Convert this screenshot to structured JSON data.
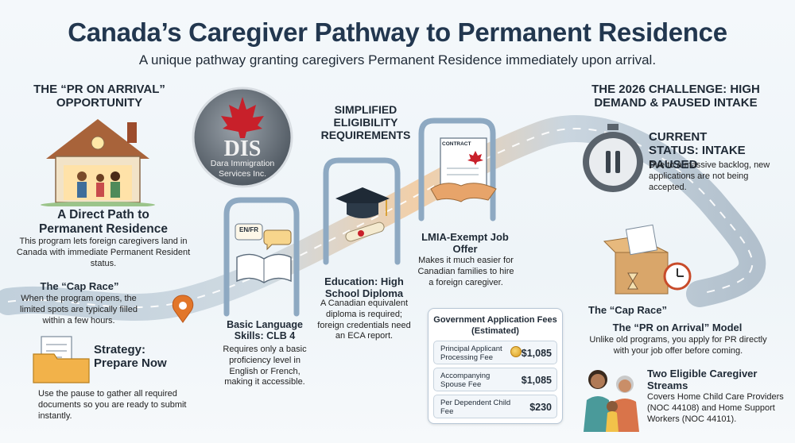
{
  "title": "Canada’s Caregiver Pathway to Permanent Residence",
  "subtitle": "A unique pathway granting caregivers Permanent Residence immediately upon arrival.",
  "left": {
    "section_title": "THE “PR ON ARRIVAL” OPPORTUNITY",
    "direct_path_title": "A Direct Path to Permanent Residence",
    "direct_path_body": "This program lets foreign caregivers land in Canada with immediate Permanent Resident status.",
    "cap_race_title": "The “Cap Race”",
    "cap_race_body": "When the program opens, the limited spots are typically filled within a few hours.",
    "strategy_title": "Strategy: Prepare Now",
    "strategy_body": "Use the pause to gather all required documents so you are ready to submit instantly."
  },
  "logo": {
    "letters": "DIS",
    "name": "Dara Immigration Services Inc."
  },
  "middle": {
    "eligibility_title": "SIMPLIFIED ELIGIBILITY REQUIREMENTS",
    "lang_badge": "EN/FR",
    "language_title": "Basic Language Skills: CLB 4",
    "language_body": "Requires only a basic proficiency level in English or French, making it accessible.",
    "education_title": "Education: High School Diploma",
    "education_body": "A Canadian equivalent diploma is required; foreign credentials need an ECA report.",
    "contract_label": "CONTRACT",
    "lmia_title": "LMIA-Exempt Job Offer",
    "lmia_body": "Makes it much easier for Canadian families to hire a foreign caregiver."
  },
  "fees": {
    "title": "Government Application Fees (Estimated)",
    "rows": [
      {
        "label": "Principal Applicant Processing Fee",
        "value": "$1,085"
      },
      {
        "label": "Accompanying Spouse Fee",
        "value": "$1,085"
      },
      {
        "label": "Per Dependent Child Fee",
        "value": "$230"
      }
    ]
  },
  "right": {
    "challenge_title": "THE 2026 CHALLENGE: HIGH DEMAND & PAUSED INTAKE",
    "status_title": "CURRENT STATUS: INTAKE PAUSED",
    "status_body": "Due to a massive backlog, new applications are not being accepted.",
    "cap_race_title": "The “Cap Race”",
    "pr_model_title": "The “PR on Arrival” Model",
    "pr_model_body": "Unlike old programs, you apply for PR directly with your job offer before coming.",
    "streams_title": "Two Eligible Caregiver Streams",
    "streams_body": "Covers Home Child Care Providers (NOC 44108) and Home Support Workers (NOC 44101)."
  },
  "colors": {
    "title": "#22374f",
    "road": "#9fb0bf",
    "road_glow": "#f6c48a",
    "maple": "#c8202a",
    "arch": "#8ea9c2"
  }
}
